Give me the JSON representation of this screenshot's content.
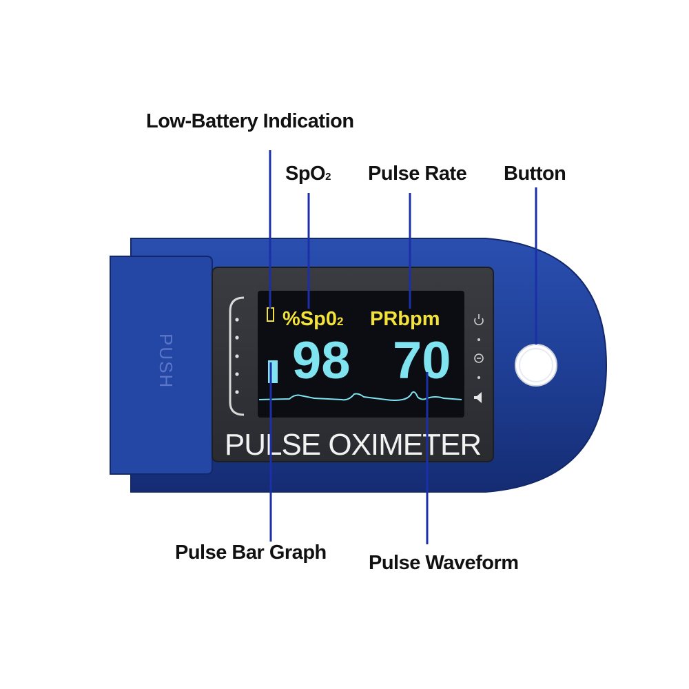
{
  "labels": {
    "low_battery": "Low-Battery Indication",
    "spo2_main": "SpO",
    "spo2_sub": "2",
    "pulse_rate": "Pulse Rate",
    "button": "Button",
    "pulse_bar_graph": "Pulse Bar Graph",
    "pulse_waveform": "Pulse Waveform"
  },
  "device": {
    "push_text": "PUSH",
    "brand_text": "PULSE OXIMETER",
    "body_color": "#1f3f96",
    "screen_bg": "#0b0d12"
  },
  "display": {
    "spo2_header": "%Sp0",
    "spo2_header_sub": "2",
    "pr_header": "PRbpm",
    "spo2_value": "98",
    "pr_value": "70",
    "header_color": "#f2e23a",
    "value_color": "#7fe3f0",
    "pulse_bar_level": 0.55
  },
  "icons": [
    "battery-icon",
    "power-icon",
    "settings-icon",
    "sound-icon"
  ]
}
